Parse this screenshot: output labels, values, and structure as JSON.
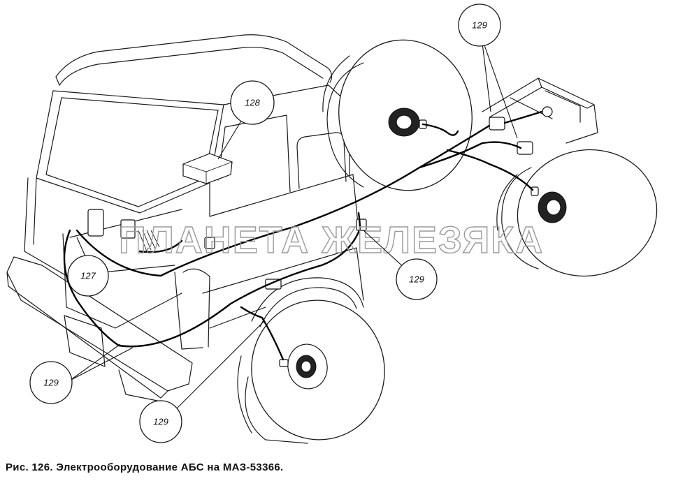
{
  "callouts": [
    {
      "id": "c128",
      "label": "128"
    },
    {
      "id": "c127",
      "label": "127"
    },
    {
      "id": "c129_top",
      "label": "129"
    },
    {
      "id": "c129_mid",
      "label": "129"
    },
    {
      "id": "c129_left",
      "label": "129"
    },
    {
      "id": "c129_bottom",
      "label": "129"
    }
  ],
  "watermark": "ПЛАНЕТА ЖЕЛЕЗЯКА",
  "caption": "Рис. 126. Электрооборудование АБС на МАЗ-53366."
}
